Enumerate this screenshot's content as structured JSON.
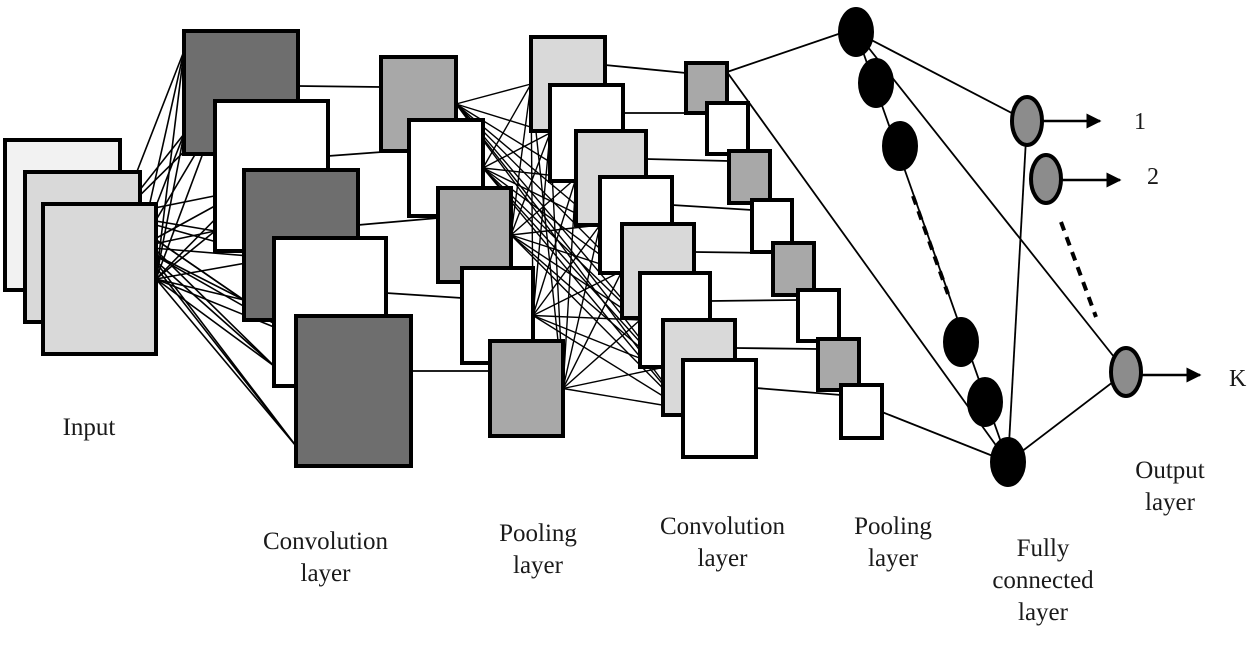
{
  "colors": {
    "light": "#d9d9d9",
    "lighter": "#f2f2f2",
    "mid": "#a8a8a8",
    "dark": "#6e6e6e",
    "white": "#ffffff",
    "stroke": "#000000",
    "node": "#000000",
    "output_node": "#8c8c8c"
  },
  "labels": {
    "input": "Input",
    "conv1": [
      "Convolution",
      "layer"
    ],
    "pool1": [
      "Pooling",
      "layer"
    ],
    "conv2": [
      "Convolution",
      "layer"
    ],
    "pool2": [
      "Pooling",
      "layer"
    ],
    "fc": [
      "Fully",
      "connected",
      "layer"
    ],
    "output": [
      "Output",
      "layer"
    ]
  },
  "outputs": [
    "1",
    "2",
    "K"
  ]
}
